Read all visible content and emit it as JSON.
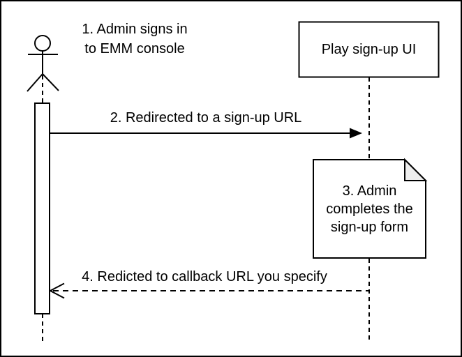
{
  "diagram": {
    "type": "sequence-diagram",
    "colors": {
      "stroke": "#000000",
      "shape_fill": "#ffffff",
      "note_fold_fill": "#eeeeee"
    },
    "actor_label": {
      "line1": "1. Admin signs in",
      "line2": "to EMM console"
    },
    "participant_label": "Play sign-up UI",
    "message2_label": "2. Redirected to a sign-up URL",
    "note_label": {
      "line1": "3. Admin",
      "line2": "completes the",
      "line3": "sign-up form"
    },
    "message4_label": "4. Redicted to callback URL you specify"
  }
}
